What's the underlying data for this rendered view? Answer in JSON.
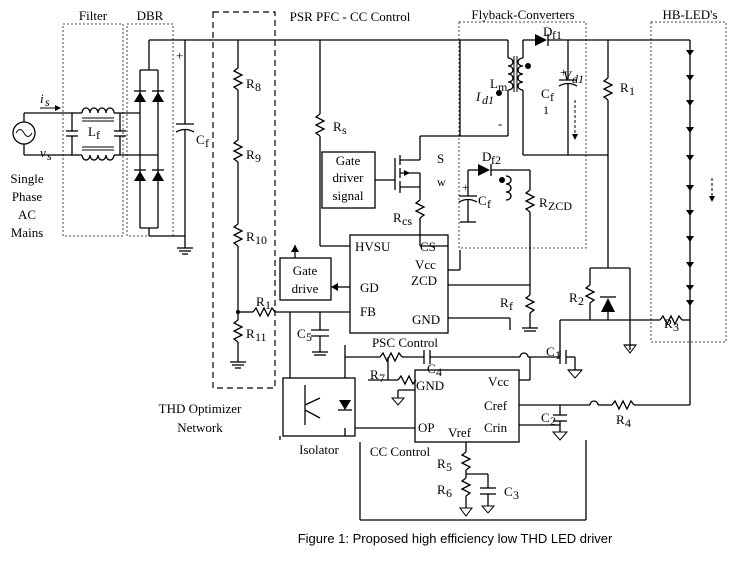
{
  "blocks": {
    "filter": "Filter",
    "dbr": "DBR",
    "psr": "PSR PFC - CC Control",
    "flyback": "Flyback-Converters",
    "hbled": "HB-LED's",
    "thd_line1": "THD Optimizer",
    "thd_line2": "Network",
    "psc": "PSC Control",
    "cc": "CC Control",
    "isolator": "Isolator"
  },
  "source": {
    "line1": "Single",
    "line2": "Phase",
    "line3": "AC",
    "line4": "Mains",
    "is": "i",
    "is_sub": "s",
    "vs": "v",
    "vs_sub": "s"
  },
  "components": {
    "Lf": "L",
    "Lf_sub": "f",
    "Cf": "C",
    "Cf_sub": "f",
    "R8": "R",
    "R8_sub": "8",
    "R9": "R",
    "R9_sub": "9",
    "R10": "R",
    "R10_sub": "10",
    "R11": "R",
    "R11_sub": "11",
    "R1a": "R",
    "R1a_sub": "1",
    "Rs": "R",
    "Rs_sub": "s",
    "Rcs": "R",
    "Rcs_sub": "cs",
    "S": "S",
    "S_sub": "w",
    "Lm": "L",
    "Lm_sub": "m",
    "Id1": "I",
    "Id1_sub": "d1",
    "Df1": "D",
    "Df1_sub": "f1",
    "Cf2": "C",
    "Cf2_sub": "f",
    "Vd1": "V",
    "Vd1_sub": "d1",
    "Df2": "D",
    "Df2_sub": "f2",
    "Cf3": "C",
    "Cf3_sub": "f",
    "Rzcd": "R",
    "Rzcd_sub": "ZCD",
    "Rf": "R",
    "Rf_sub": "f",
    "R1": "R",
    "R1_sub": "1",
    "R2": "R",
    "R2_sub": "2",
    "R3": "R",
    "R3_sub": "3",
    "R4": "R",
    "R4_sub": "4",
    "R5": "R",
    "R5_sub": "5",
    "R6": "R",
    "R6_sub": "6",
    "R7": "R",
    "R7_sub": "7",
    "C1": "C",
    "C1_sub": "1",
    "C2": "C",
    "C2_sub": "2",
    "C3": "C",
    "C3_sub": "3",
    "C4": "C",
    "C4_sub": "4",
    "C5": "C",
    "C5_sub": "5",
    "plus": "+",
    "minus": "-",
    "one": "1"
  },
  "ic": {
    "gate_driver_line1": "Gate",
    "gate_driver_line2": "driver",
    "gate_driver_line3": "signal",
    "gate_drive_line1": "Gate",
    "gate_drive_line2": "drive",
    "hvsu": "HVSU",
    "cs": "CS",
    "vcc": "Vcc",
    "zcd": "ZCD",
    "gd": "GD",
    "fb": "FB",
    "gnd": "GND",
    "gnd2": "GND",
    "vcc2": "Vcc",
    "cref": "Cref",
    "crin": "Crin",
    "op": "OP",
    "vref": "Vref"
  },
  "caption": "Figure 1: Proposed high efficiency low THD LED driver"
}
